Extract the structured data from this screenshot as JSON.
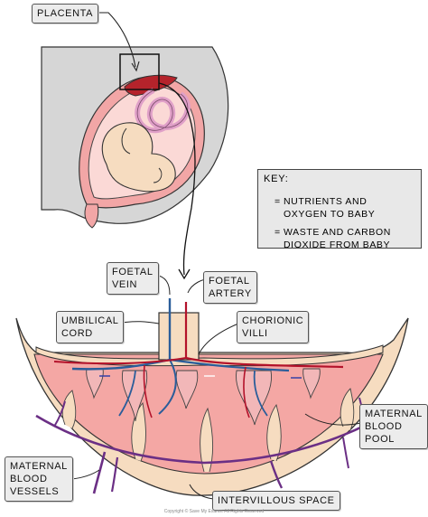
{
  "labels": {
    "placenta": "PLACENTA",
    "foetal_vein": "FOETAL\nVEIN",
    "foetal_artery": "FOETAL\nARTERY",
    "umbilical_cord": "UMBILICAL\nCORD",
    "chorionic_villi": "CHORIONIC\nVILLI",
    "maternal_blood_pool": "MATERNAL\nBLOOD\nPOOL",
    "maternal_blood_vessels": "MATERNAL\nBLOOD\nVESSELS",
    "intervillous_space": "INTERVILLOUS SPACE"
  },
  "key": {
    "title": "KEY:",
    "items": [
      {
        "symbol": "=",
        "text": "NUTRIENTS AND\nOXYGEN TO BABY",
        "arrow_color": "#2a3aa8"
      },
      {
        "symbol": "=",
        "text": "WASTE AND CARBON\nDIOXIDE FROM BABY",
        "arrow_color": "#ffffff"
      }
    ]
  },
  "colors": {
    "placenta_red": "#b5232b",
    "tissue_pink": "#f4a7a4",
    "villi_pink": "#f2b7b8",
    "maternal_vessel_purple": "#6b2f85",
    "foetal_vein_blue": "#2a5d9a",
    "foetal_artery_red": "#b3122a",
    "skin_peach": "#f6dcc0",
    "bump_grey": "#d6d6d6"
  },
  "credit": "Copyright © Save My Exams. All Rights Reserved"
}
